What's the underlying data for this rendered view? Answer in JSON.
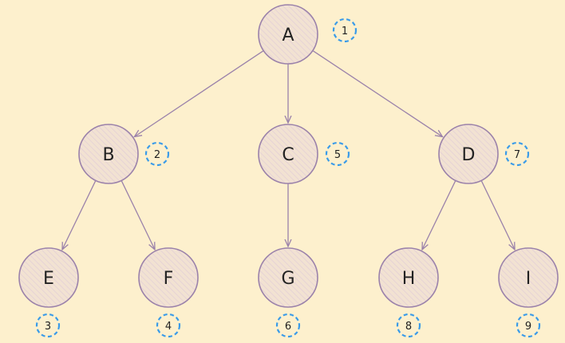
{
  "colors": {
    "background": "#fdf0cd",
    "node_fill": "#f2e2d2",
    "node_stroke": "#9b82aa",
    "edge": "#9b82aa",
    "badge": "#3a9be8"
  },
  "nodes": [
    {
      "id": "A",
      "label": "A",
      "order": "1"
    },
    {
      "id": "B",
      "label": "B",
      "order": "2"
    },
    {
      "id": "C",
      "label": "C",
      "order": "5"
    },
    {
      "id": "D",
      "label": "D",
      "order": "7"
    },
    {
      "id": "E",
      "label": "E",
      "order": "3"
    },
    {
      "id": "F",
      "label": "F",
      "order": "4"
    },
    {
      "id": "G",
      "label": "G",
      "order": "6"
    },
    {
      "id": "H",
      "label": "H",
      "order": "8"
    },
    {
      "id": "I",
      "label": "I",
      "order": "9"
    }
  ],
  "edges": [
    [
      "A",
      "B"
    ],
    [
      "A",
      "C"
    ],
    [
      "A",
      "D"
    ],
    [
      "B",
      "E"
    ],
    [
      "B",
      "F"
    ],
    [
      "C",
      "G"
    ],
    [
      "D",
      "H"
    ],
    [
      "D",
      "I"
    ]
  ]
}
